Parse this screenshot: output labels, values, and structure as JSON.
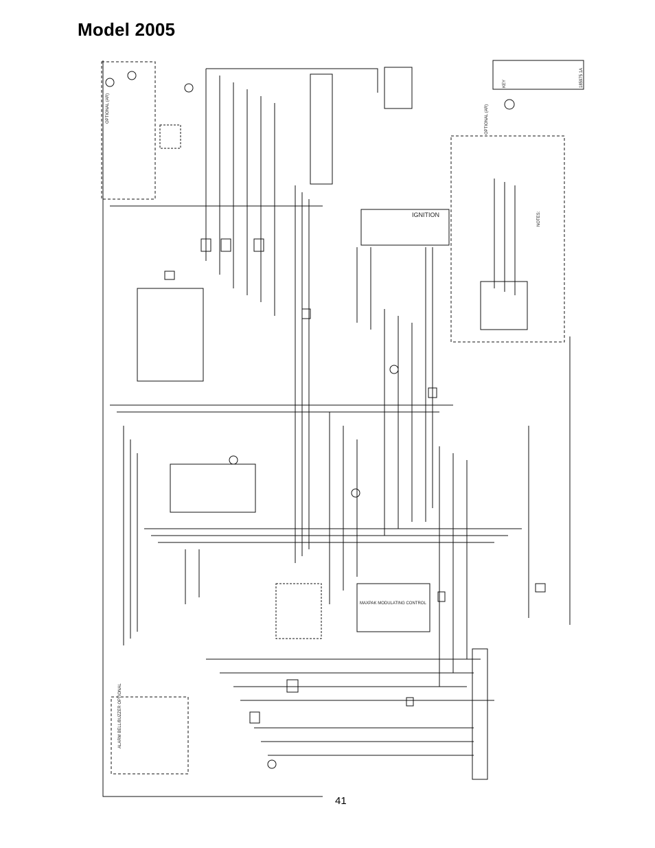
{
  "page": {
    "title": "Model 2005",
    "number": "41"
  },
  "labels": {
    "ignition": "IGNITION",
    "notes": "NOTES:",
    "key": "KEY",
    "doc_id": "185975 1A",
    "optional_left": "OPTIONAL (AR)",
    "optional_right": "OPTIONAL (AR)",
    "alarm_bell": "ALARM BELL/BUZZER OPTIONAL",
    "modulating_control": "MAXPAK MODULATING CONTROL"
  }
}
